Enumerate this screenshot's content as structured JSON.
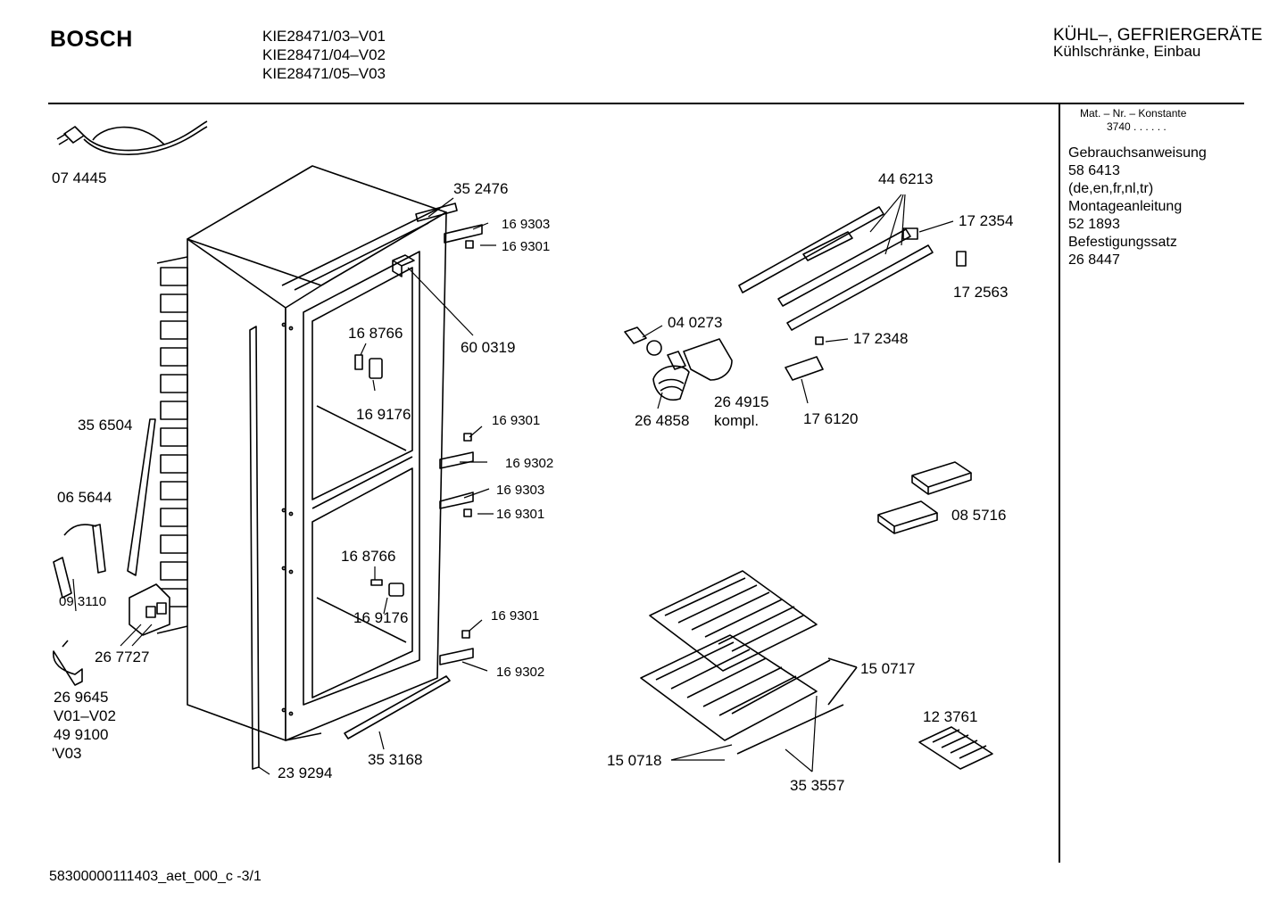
{
  "header": {
    "brand": "BOSCH",
    "models": [
      "KIE28471/03–V01",
      "KIE28471/04–V02",
      "KIE28471/05–V03"
    ],
    "category_line1": "KÜHL–, GEFRIERGERÄTE",
    "category_line2": "Kühlschränke, Einbau"
  },
  "sidebar": {
    "heading_line1": "Mat. – Nr. – Konstante",
    "heading_line2": "3740  .  .  .  .  .  .",
    "lines": [
      "Gebrauchsanweisung",
      "58 6413",
      "(de,en,fr,nl,tr)",
      "Montageanleitung",
      "52 1893",
      "Befestigungssatz",
      "26 8447"
    ]
  },
  "part_labels": [
    "07 4445",
    "35 2476",
    "16 9303",
    "16 9301",
    "60 0319",
    "16 8766",
    "16 9176",
    "35 6504",
    "16 9301",
    "16 9302",
    "16 9303",
    "16 9301",
    "06 5644",
    "16 8766",
    "16 9176",
    "09 3110",
    "26 7727",
    "16 9301",
    "16 9302",
    "26 9645",
    "V01–V02",
    "49 9100",
    "'V03",
    "23 9294",
    "35 3168",
    "44 6213",
    "17 2354",
    "17 2563",
    "04 0273",
    "17 2348",
    "26 4915",
    "kompl.",
    "26 4858",
    "17 6120",
    "08 5716",
    "15 0717",
    "12 3761",
    "15 0718",
    "35 3557"
  ],
  "footer": {
    "code": "58300000111403_aet_000_c  -3/1"
  }
}
